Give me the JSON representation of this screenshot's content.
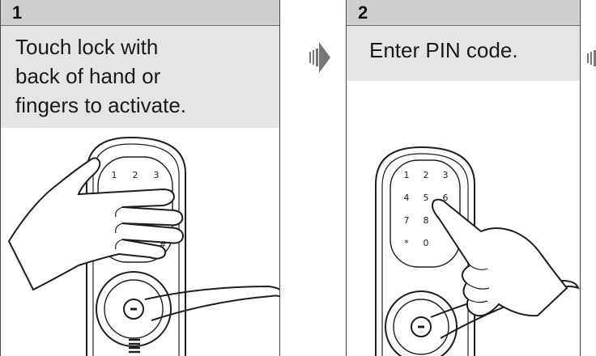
{
  "steps": [
    {
      "number": "1",
      "caption_lines": [
        "Touch lock with",
        "back of hand or",
        "fingers to activate."
      ]
    },
    {
      "number": "2",
      "caption_lines": [
        "Enter PIN code."
      ]
    }
  ],
  "keypad": {
    "step1_keys": [
      "1",
      "2",
      "3",
      "#"
    ],
    "step2_keys": [
      "1",
      "2",
      "3",
      "4",
      "5",
      "6",
      "7",
      "8",
      "*",
      "0"
    ]
  },
  "icons": [
    "next-step-arrow-icon",
    "hand-icon",
    "pointing-finger-icon",
    "lever-handle-icon",
    "keyhole-icon"
  ]
}
